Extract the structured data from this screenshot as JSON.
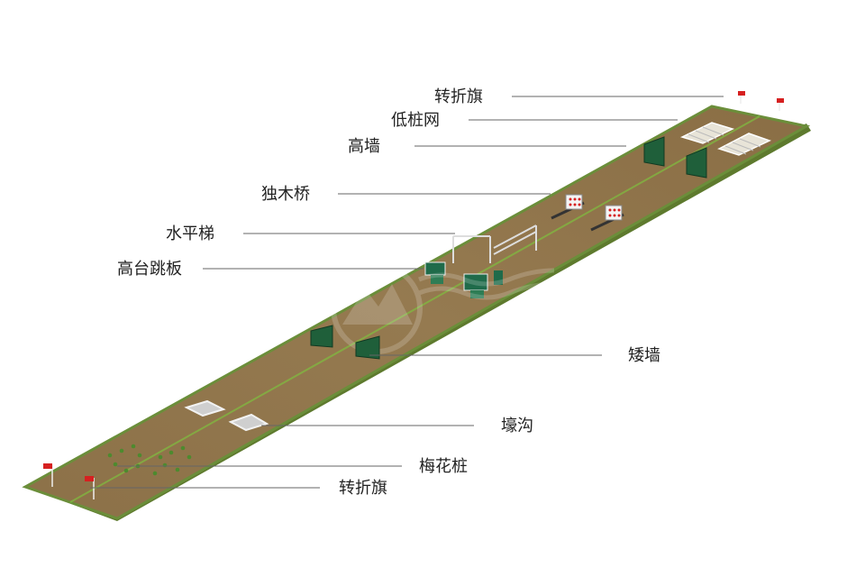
{
  "labels": {
    "turn_flag_top": "转折旗",
    "low_stake_net": "低桩网",
    "high_wall": "高墙",
    "balance_beam": "独木桥",
    "horizontal_ladder": "水平梯",
    "high_platform_jump": "高台跳板",
    "low_wall": "矮墙",
    "trench": "壕沟",
    "plum_piles": "梅花桩",
    "turn_flag_bottom": "转折旗"
  },
  "colors": {
    "track_soil": "#8a6f47",
    "grass_edge": "#6b8e3a",
    "track_side": "#5e7a2e",
    "divider": "#7fbf3f",
    "wall_green": "#1f5f3a",
    "flag_red": "#d62020",
    "leader_line": "#666666",
    "label_text": "#222222"
  }
}
